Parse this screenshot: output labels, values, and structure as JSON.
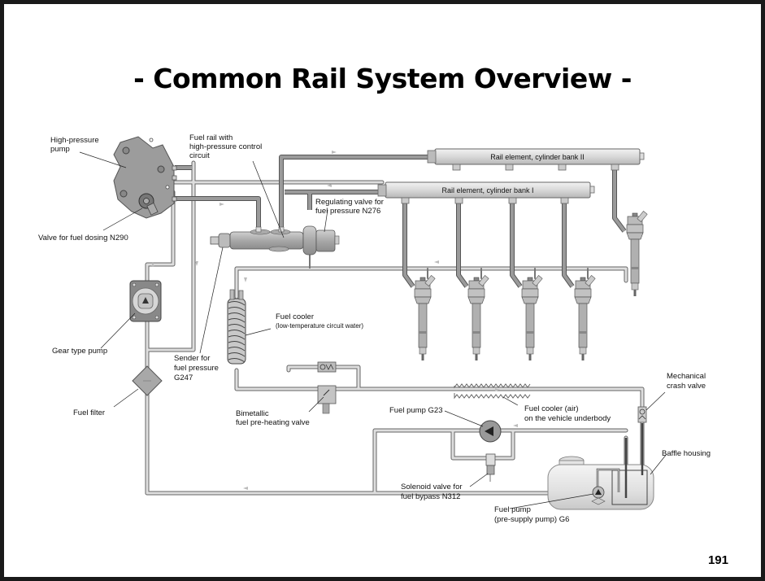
{
  "slide": {
    "title": "- Common Rail System Overview -",
    "page_number": "191"
  },
  "diagram": {
    "rails": {
      "bank2": "Rail element, cylinder bank II",
      "bank1": "Rail element, cylinder bank I"
    },
    "labels": {
      "high_pressure_pump": [
        "High-pressure",
        "pump"
      ],
      "fuel_rail_control": [
        "Fuel rail with",
        "high-pressure control",
        "circuit"
      ],
      "regulating_valve": [
        "Regulating valve for",
        "fuel pressure N276"
      ],
      "valve_fuel_dosing": [
        "Valve for fuel dosing N290"
      ],
      "gear_type_pump": [
        "Gear type pump"
      ],
      "sender_fuel_pressure": [
        "Sender for",
        "fuel pressure",
        "G247"
      ],
      "fuel_cooler_water": [
        "Fuel cooler",
        "(low-temperature circuit water)"
      ],
      "fuel_filter": [
        "Fuel filter"
      ],
      "bimetallic_valve": [
        "Bimetallic",
        "fuel pre-heating valve"
      ],
      "fuel_pump_g23": [
        "Fuel pump G23"
      ],
      "fuel_cooler_air": [
        "Fuel cooler (air)",
        "on the vehicle underbody"
      ],
      "mechanical_crash_valve": [
        "Mechanical",
        "crash valve"
      ],
      "baffle_housing": [
        "Baffle housing"
      ],
      "solenoid_valve": [
        "Solenoid valve for",
        "fuel bypass N312"
      ],
      "fuel_pump_g6": [
        "Fuel pump",
        "(pre-supply pump) G6"
      ]
    },
    "colors": {
      "pipe_dark": "#8a8a8a",
      "pipe_light": "#d6d6d6",
      "component_fill": "#bdbdbd",
      "component_dark": "#7a7a7a",
      "rail_fill": "#dcdcdc",
      "outline": "#555555"
    }
  }
}
